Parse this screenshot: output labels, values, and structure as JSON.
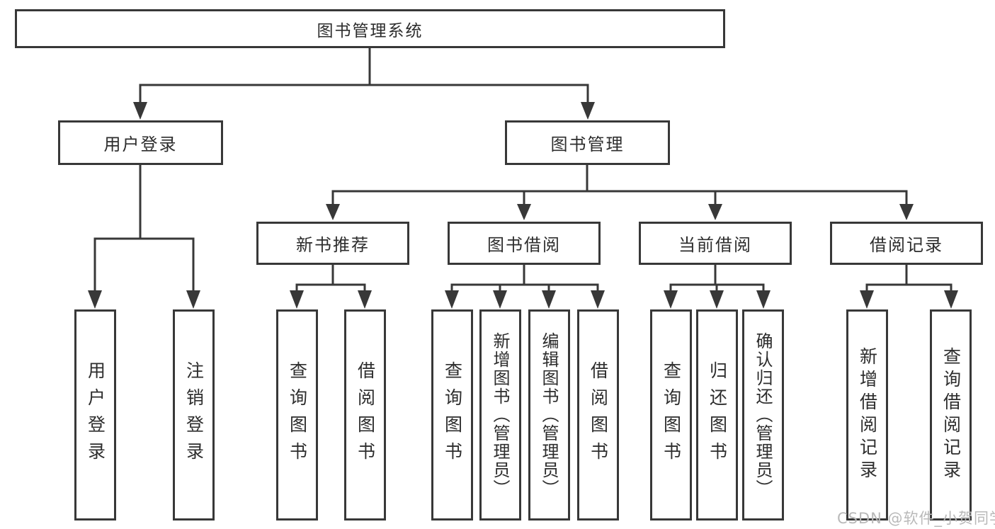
{
  "tree": {
    "root": {
      "label": "图书管理系统"
    },
    "children": [
      {
        "label": "用户登录",
        "children": [
          {
            "label": "用户登录"
          },
          {
            "label": "注销登录"
          }
        ]
      },
      {
        "label": "图书管理",
        "children": [
          {
            "label": "新书推荐",
            "children": [
              {
                "label": "查询图书"
              },
              {
                "label": "借阅图书"
              }
            ]
          },
          {
            "label": "图书借阅",
            "children": [
              {
                "label": "查询图书"
              },
              {
                "label": "新增图书（管理员）"
              },
              {
                "label": "编辑图书（管理员）"
              },
              {
                "label": "借阅图书"
              }
            ]
          },
          {
            "label": "当前借阅",
            "children": [
              {
                "label": "查询图书"
              },
              {
                "label": "归还图书"
              },
              {
                "label": "确认归还（管理员）"
              }
            ]
          },
          {
            "label": "借阅记录",
            "children": [
              {
                "label": "新增借阅记录"
              },
              {
                "label": "查询借阅记录"
              }
            ]
          }
        ]
      }
    ]
  },
  "watermark": {
    "text": "CSDN @软件_小贺同学"
  },
  "colors": {
    "line": "#383838",
    "text": "#2d2d2d",
    "watermark": "#b9b9b9",
    "background": "#ffffff"
  }
}
